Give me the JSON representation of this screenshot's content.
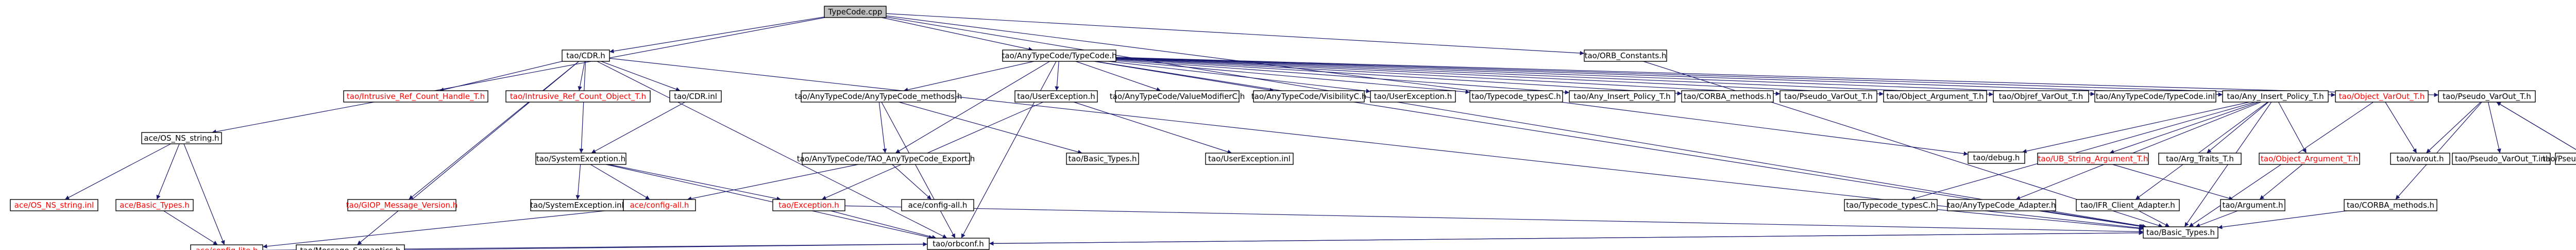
{
  "colors": {
    "edge": "#191970",
    "node_fill": "#ffffff",
    "node_border": "#000000",
    "root_fill": "#bfbfbf",
    "text_normal": "#000000",
    "text_missing": "#ff0000"
  },
  "nodes": [
    {
      "id": "typecode_cpp",
      "label": "TypeCode.cpp",
      "style": "root"
    },
    {
      "id": "cdr_h",
      "label": "tao/CDR.h",
      "style": "normal"
    },
    {
      "id": "anytypecode_h",
      "label": "tao/AnyTypeCode/TypeCode.h",
      "style": "normal"
    },
    {
      "id": "orb_constants_h",
      "label": "tao/ORB_Constants.h",
      "style": "normal"
    },
    {
      "id": "os_ns_string_h",
      "label": "ace/OS_NS_string.h",
      "style": "normal"
    },
    {
      "id": "intrusive_ref_count_handle_t_h",
      "label": "tao/Intrusive_Ref_Count_Handle_T.h",
      "style": "missing"
    },
    {
      "id": "intrusive_ref_count_object_t_h",
      "label": "tao/Intrusive_Ref_Count_Object_T.h",
      "style": "missing"
    },
    {
      "id": "cdr_inl",
      "label": "tao/CDR.inl",
      "style": "normal"
    },
    {
      "id": "anytypecode_methods_h",
      "label": "tao/AnyTypeCode/AnyTypeCode_methods.h",
      "style": "normal"
    },
    {
      "id": "userexception_h_tao",
      "label": "tao/UserException.h",
      "style": "normal"
    },
    {
      "id": "valuemodifierc_h",
      "label": "tao/AnyTypeCode/ValueModifierC.h",
      "style": "normal"
    },
    {
      "id": "visibilityc_h",
      "label": "tao/AnyTypeCode/VisibilityC.h",
      "style": "normal"
    },
    {
      "id": "userexception_h_ac",
      "label": "tao/UserException.h",
      "style": "normal"
    },
    {
      "id": "typecode_typesc_h",
      "label": "tao/Typecode_typesC.h",
      "style": "normal"
    },
    {
      "id": "any_insert_policy_t_h_a",
      "label": "tao/Any_Insert_Policy_T.h",
      "style": "normal"
    },
    {
      "id": "corba_methods_h_a",
      "label": "tao/CORBA_methods.h",
      "style": "normal"
    },
    {
      "id": "pseudo_varout_t_h_a",
      "label": "tao/Pseudo_VarOut_T.h",
      "style": "normal"
    },
    {
      "id": "object_argument_t_h",
      "label": "tao/Object_Argument_T.h",
      "style": "normal"
    },
    {
      "id": "objref_varout_t_h",
      "label": "tao/Objref_VarOut_T.h",
      "style": "normal"
    },
    {
      "id": "anytypecode_typecode_inl",
      "label": "tao/AnyTypeCode/TypeCode.inl",
      "style": "normal"
    },
    {
      "id": "any_insert_policy_t_h_b",
      "label": "tao/Any_Insert_Policy_T.h",
      "style": "normal"
    },
    {
      "id": "object_varout_t_h",
      "label": "tao/Object_VarOut_T.h",
      "style": "missing"
    },
    {
      "id": "pseudo_varout_t_h_b",
      "label": "tao/Pseudo_VarOut_T.h",
      "style": "normal"
    },
    {
      "id": "giop_message_version_h",
      "label": "tao/GIOP_Message_Version.h",
      "style": "missing"
    },
    {
      "id": "systemexception_h",
      "label": "tao/SystemException.h",
      "style": "normal"
    },
    {
      "id": "tao_anytypecode_export_h",
      "label": "tao/AnyTypeCode/TAO_AnyTypeCode_Export.h",
      "style": "normal"
    },
    {
      "id": "basic_types_h_a",
      "label": "tao/Basic_Types.h",
      "style": "normal"
    },
    {
      "id": "userexception_inl",
      "label": "tao/UserException.inl",
      "style": "normal"
    },
    {
      "id": "debug_h",
      "label": "tao/debug.h",
      "style": "normal"
    },
    {
      "id": "ub_string_argument_t_h",
      "label": "tao/UB_String_Argument_T.h",
      "style": "missing"
    },
    {
      "id": "arg_traits_t_h",
      "label": "tao/Arg_Traits_T.h",
      "style": "normal"
    },
    {
      "id": "object_argument_t_h_b",
      "label": "tao/Object_Argument_T.h",
      "style": "missing"
    },
    {
      "id": "varout_h_a",
      "label": "tao/varout.h",
      "style": "normal"
    },
    {
      "id": "pseudo_varout_t_inl",
      "label": "tao/Pseudo_VarOut_T.inl",
      "style": "normal"
    },
    {
      "id": "pseudo_varout_t_cpp",
      "label": "tao/Pseudo_VarOut_T.cpp",
      "style": "normal"
    },
    {
      "id": "os_ns_string_inl",
      "label": "ace/OS_NS_string.inl",
      "style": "missing"
    },
    {
      "id": "basic_types_h_ace",
      "label": "ace/Basic_Types.h",
      "style": "missing"
    },
    {
      "id": "systemexception_inl",
      "label": "tao/SystemException.inl",
      "style": "normal"
    },
    {
      "id": "ace_config_all_h_b",
      "label": "ace/config-all.h",
      "style": "normal"
    },
    {
      "id": "exception_h",
      "label": "tao/Exception.h",
      "style": "missing"
    },
    {
      "id": "ace_config_all_h_a",
      "label": "ace/config-all.h",
      "style": "missing"
    },
    {
      "id": "typecode_typesc_h_b",
      "label": "tao/Typecode_typesC.h",
      "style": "normal"
    },
    {
      "id": "anytypecode_adapter_h",
      "label": "tao/AnyTypeCode_Adapter.h",
      "style": "normal"
    },
    {
      "id": "ifr_client_adapter_h",
      "label": "tao/IFR_Client_Adapter.h",
      "style": "normal"
    },
    {
      "id": "argument_h",
      "label": "tao/Argument.h",
      "style": "normal"
    },
    {
      "id": "corba_methods_h_b",
      "label": "tao/CORBA_methods.h",
      "style": "normal"
    },
    {
      "id": "config_lite_h",
      "label": "ace/config-lite.h",
      "style": "missing"
    },
    {
      "id": "message_semantics_h",
      "label": "tao/Message_Semantics.h",
      "style": "normal"
    },
    {
      "id": "basic_types_h_b",
      "label": "tao/Basic_Types.h",
      "style": "normal"
    },
    {
      "id": "orbconf_h",
      "label": "tao/orbconf.h",
      "style": "normal"
    }
  ],
  "edges": [
    [
      "typecode_cpp",
      "cdr_h"
    ],
    [
      "typecode_cpp",
      "anytypecode_h"
    ],
    [
      "typecode_cpp",
      "orb_constants_h"
    ],
    [
      "typecode_cpp",
      "os_ns_string_h"
    ],
    [
      "typecode_cpp",
      "debug_h"
    ],
    [
      "typecode_cpp",
      "basic_types_h_b"
    ],
    [
      "cdr_h",
      "intrusive_ref_count_handle_t_h"
    ],
    [
      "cdr_h",
      "intrusive_ref_count_object_t_h"
    ],
    [
      "cdr_h",
      "cdr_inl"
    ],
    [
      "cdr_h",
      "giop_message_version_h"
    ],
    [
      "cdr_h",
      "message_semantics_h"
    ],
    [
      "cdr_h",
      "systemexception_h"
    ],
    [
      "cdr_h",
      "basic_types_h_b"
    ],
    [
      "cdr_h",
      "orbconf_h"
    ],
    [
      "cdr_inl",
      "systemexception_h"
    ],
    [
      "anytypecode_h",
      "anytypecode_methods_h"
    ],
    [
      "anytypecode_h",
      "userexception_h_tao"
    ],
    [
      "anytypecode_h",
      "valuemodifierc_h"
    ],
    [
      "anytypecode_h",
      "visibilityc_h"
    ],
    [
      "anytypecode_h",
      "userexception_h_ac"
    ],
    [
      "anytypecode_h",
      "typecode_typesc_h"
    ],
    [
      "anytypecode_h",
      "any_insert_policy_t_h_a"
    ],
    [
      "anytypecode_h",
      "corba_methods_h_a"
    ],
    [
      "anytypecode_h",
      "pseudo_varout_t_h_a"
    ],
    [
      "anytypecode_h",
      "object_argument_t_h"
    ],
    [
      "anytypecode_h",
      "objref_varout_t_h"
    ],
    [
      "anytypecode_h",
      "anytypecode_typecode_inl"
    ],
    [
      "anytypecode_h",
      "any_insert_policy_t_h_b"
    ],
    [
      "anytypecode_h",
      "object_varout_t_h"
    ],
    [
      "anytypecode_h",
      "pseudo_varout_t_h_b"
    ],
    [
      "anytypecode_h",
      "tao_anytypecode_export_h"
    ],
    [
      "anytypecode_h",
      "basic_types_h_b"
    ],
    [
      "anytypecode_h",
      "orbconf_h"
    ],
    [
      "anytypecode_methods_h",
      "tao_anytypecode_export_h"
    ],
    [
      "anytypecode_methods_h",
      "basic_types_h_a"
    ],
    [
      "anytypecode_methods_h",
      "orbconf_h"
    ],
    [
      "userexception_h_tao",
      "userexception_inl"
    ],
    [
      "userexception_h_tao",
      "exception_h"
    ],
    [
      "tao_anytypecode_export_h",
      "ace_config_all_h_b"
    ],
    [
      "tao_anytypecode_export_h",
      "ace_config_all_h_a"
    ],
    [
      "any_insert_policy_t_h_b",
      "debug_h"
    ],
    [
      "any_insert_policy_t_h_b",
      "typecode_typesc_h_b"
    ],
    [
      "any_insert_policy_t_h_b",
      "anytypecode_adapter_h"
    ],
    [
      "any_insert_policy_t_h_b",
      "ub_string_argument_t_h"
    ],
    [
      "any_insert_policy_t_h_b",
      "arg_traits_t_h"
    ],
    [
      "any_insert_policy_t_h_b",
      "object_argument_t_h_b"
    ],
    [
      "any_insert_policy_t_h_b",
      "ifr_client_adapter_h"
    ],
    [
      "any_insert_policy_t_h_b",
      "basic_types_h_b"
    ],
    [
      "ub_string_argument_t_h",
      "argument_h"
    ],
    [
      "object_argument_t_h_b",
      "argument_h"
    ],
    [
      "object_varout_t_h",
      "varout_h_a"
    ],
    [
      "object_varout_t_h",
      "basic_types_h_b"
    ],
    [
      "pseudo_varout_t_h_b",
      "varout_h_a"
    ],
    [
      "pseudo_varout_t_h_b",
      "pseudo_varout_t_inl"
    ],
    [
      "pseudo_varout_t_h_b",
      "pseudo_varout_t_cpp"
    ],
    [
      "pseudo_varout_t_cpp",
      "pseudo_varout_t_h_b"
    ],
    [
      "pseudo_varout_t_h_b",
      "corba_methods_h_b"
    ],
    [
      "orb_constants_h",
      "basic_types_h_b"
    ],
    [
      "os_ns_string_h",
      "basic_types_h_ace"
    ],
    [
      "os_ns_string_h",
      "os_ns_string_inl"
    ],
    [
      "os_ns_string_h",
      "config_lite_h"
    ],
    [
      "basic_types_h_ace",
      "config_lite_h"
    ],
    [
      "systemexception_h",
      "systemexception_inl"
    ],
    [
      "systemexception_h",
      "ace_config_all_h_a"
    ],
    [
      "systemexception_h",
      "exception_h"
    ],
    [
      "systemexception_h",
      "orbconf_h"
    ],
    [
      "ace_config_all_h_a",
      "config_lite_h"
    ],
    [
      "exception_h",
      "orbconf_h"
    ],
    [
      "exception_h",
      "basic_types_h_b"
    ],
    [
      "typecode_typesc_h_b",
      "basic_types_h_b"
    ],
    [
      "anytypecode_adapter_h",
      "basic_types_h_b"
    ],
    [
      "ifr_client_adapter_h",
      "basic_types_h_b"
    ],
    [
      "argument_h",
      "basic_types_h_b"
    ],
    [
      "corba_methods_h_b",
      "basic_types_h_b"
    ],
    [
      "message_semantics_h",
      "orbconf_h"
    ],
    [
      "basic_types_h_b",
      "orbconf_h"
    ],
    [
      "config_lite_h",
      "basic_types_h_b"
    ]
  ]
}
